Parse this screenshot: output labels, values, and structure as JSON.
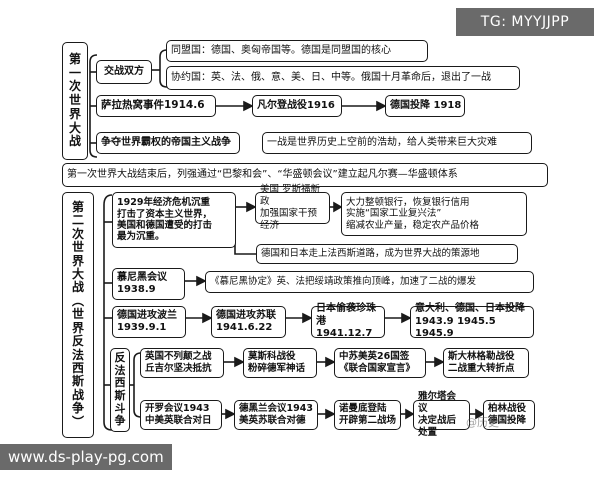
{
  "watermarks": {
    "top_right": "TG: MYYJJPP",
    "bottom_left": "www.ds-play-pg.com",
    "faint_mark": "@历史"
  },
  "ww1": {
    "title": "第\n一\n次\n世\n界\n大\n战",
    "sides_label": "交战双方",
    "central_powers": "同盟国：德国、奥匈帝国等。德国是同盟国的核心",
    "allies": "协约国：英、法、俄、意、美、日、中等。俄国十月革命后，退出了一战",
    "sarajevo": "萨拉热窝事件1914.6",
    "verdun": "凡尔登战役1916",
    "surrender": "德国投降 1918",
    "nature": "争夺世界霸权的帝国主义战争",
    "evaluation": "一战是世界历史上空前的浩劫，给人类带来巨大灾难"
  },
  "postwar_system": "第一次世界大战结束后，列强通过“巴黎和会”、“华盛顿会议”建立起凡尔赛—华盛顿体系",
  "ww2": {
    "title": "第\n二\n次\n世\n界\n大\n战\n︵\n世\n界\n反\n法\n西\n斯\n战\n争\n︶",
    "crisis": "1929年经济危机沉重\n打击了资本主义世界，\n美国和德国遭受的打击\n最为沉重。",
    "us_new_deal": "美国 罗斯福新政\n加强国家干预经济",
    "new_deal_detail": "大力整顿银行，恢复银行信用\n实施“国家工业复兴法”\n缩减农业产量，稳定农产品价格",
    "fascism": "德国和日本走上法西斯道路，成为世界大战的策源地",
    "munich": "慕尼黑会议\n1938.9",
    "munich_detail": "《慕尼黑协定》英、法把绥靖政策推向顶峰，加速了二战的爆发",
    "invade_poland": "德国进攻波兰\n1939.9.1",
    "attack_ussr": "德国进攻苏联\n1941.6.22",
    "pearl_harbor": "日本偷袭珍珠港\n1941.12.7",
    "axis_surrender": "意大利、德国、日本投降\n1943.9  1945.5  1945.9",
    "anti_fascist_label": "反\n法\n西\n斯\n斗\n争",
    "britain_battle": "英国不列颠之战\n丘吉尔坚决抵抗",
    "moscow_battle": "莫斯科战役\n粉碎德军神话",
    "declaration": "中苏美英26国签\n《联合国家宣言》",
    "stalingrad": "斯大林格勒战役\n二战重大转折点",
    "cairo": "开罗会议1943\n中美英联合对日",
    "tehran": "德黑兰会议1943\n美英苏联合对德",
    "normandy": "诺曼底登陆\n开辟第二战场",
    "yalta": "雅尔塔会议\n决定战后处置",
    "berlin": "柏林战役\n德国投降"
  },
  "colors": {
    "border": "#1a1a1a",
    "watermark_bg": "#6a6a6a"
  }
}
